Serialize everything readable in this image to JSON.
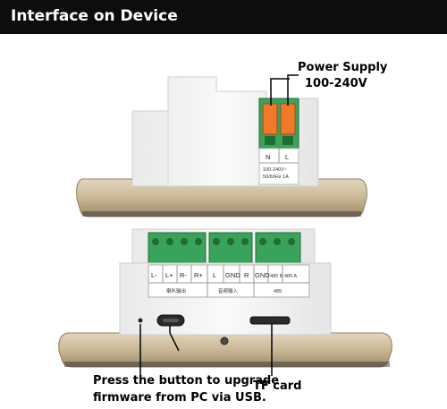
{
  "banner": {
    "title": "Interface on Device",
    "bg": "#0d0d0d",
    "fg": "#ffffff"
  },
  "callouts": {
    "power_supply_line1": "Power Supply",
    "power_supply_line2": "100-240V",
    "upgrade_line1": "Press the button to upgrade",
    "upgrade_line2": "firmware from PC via USB.",
    "tf_card": "TF card"
  },
  "top_device": {
    "terminal_n": "N",
    "terminal_l": "L",
    "rating_line1": "100-240V~",
    "rating_line2": "50/60Hz 1A",
    "terminal_color": "#f07a2a",
    "connector_color": "#3aa35a"
  },
  "bottom_device": {
    "terminal_labels": [
      "L-",
      "L+",
      "R-",
      "R+",
      "L",
      "GND",
      "R",
      "GND",
      "485 B",
      "485 A"
    ],
    "group_labels": [
      "喇叭输出",
      "音频输入",
      "485"
    ],
    "connector_color": "#3aa35a"
  },
  "colors": {
    "case_white": "#f4f4f4",
    "bezel_gold": "#cfc1a6",
    "callout_line": "#000000"
  }
}
